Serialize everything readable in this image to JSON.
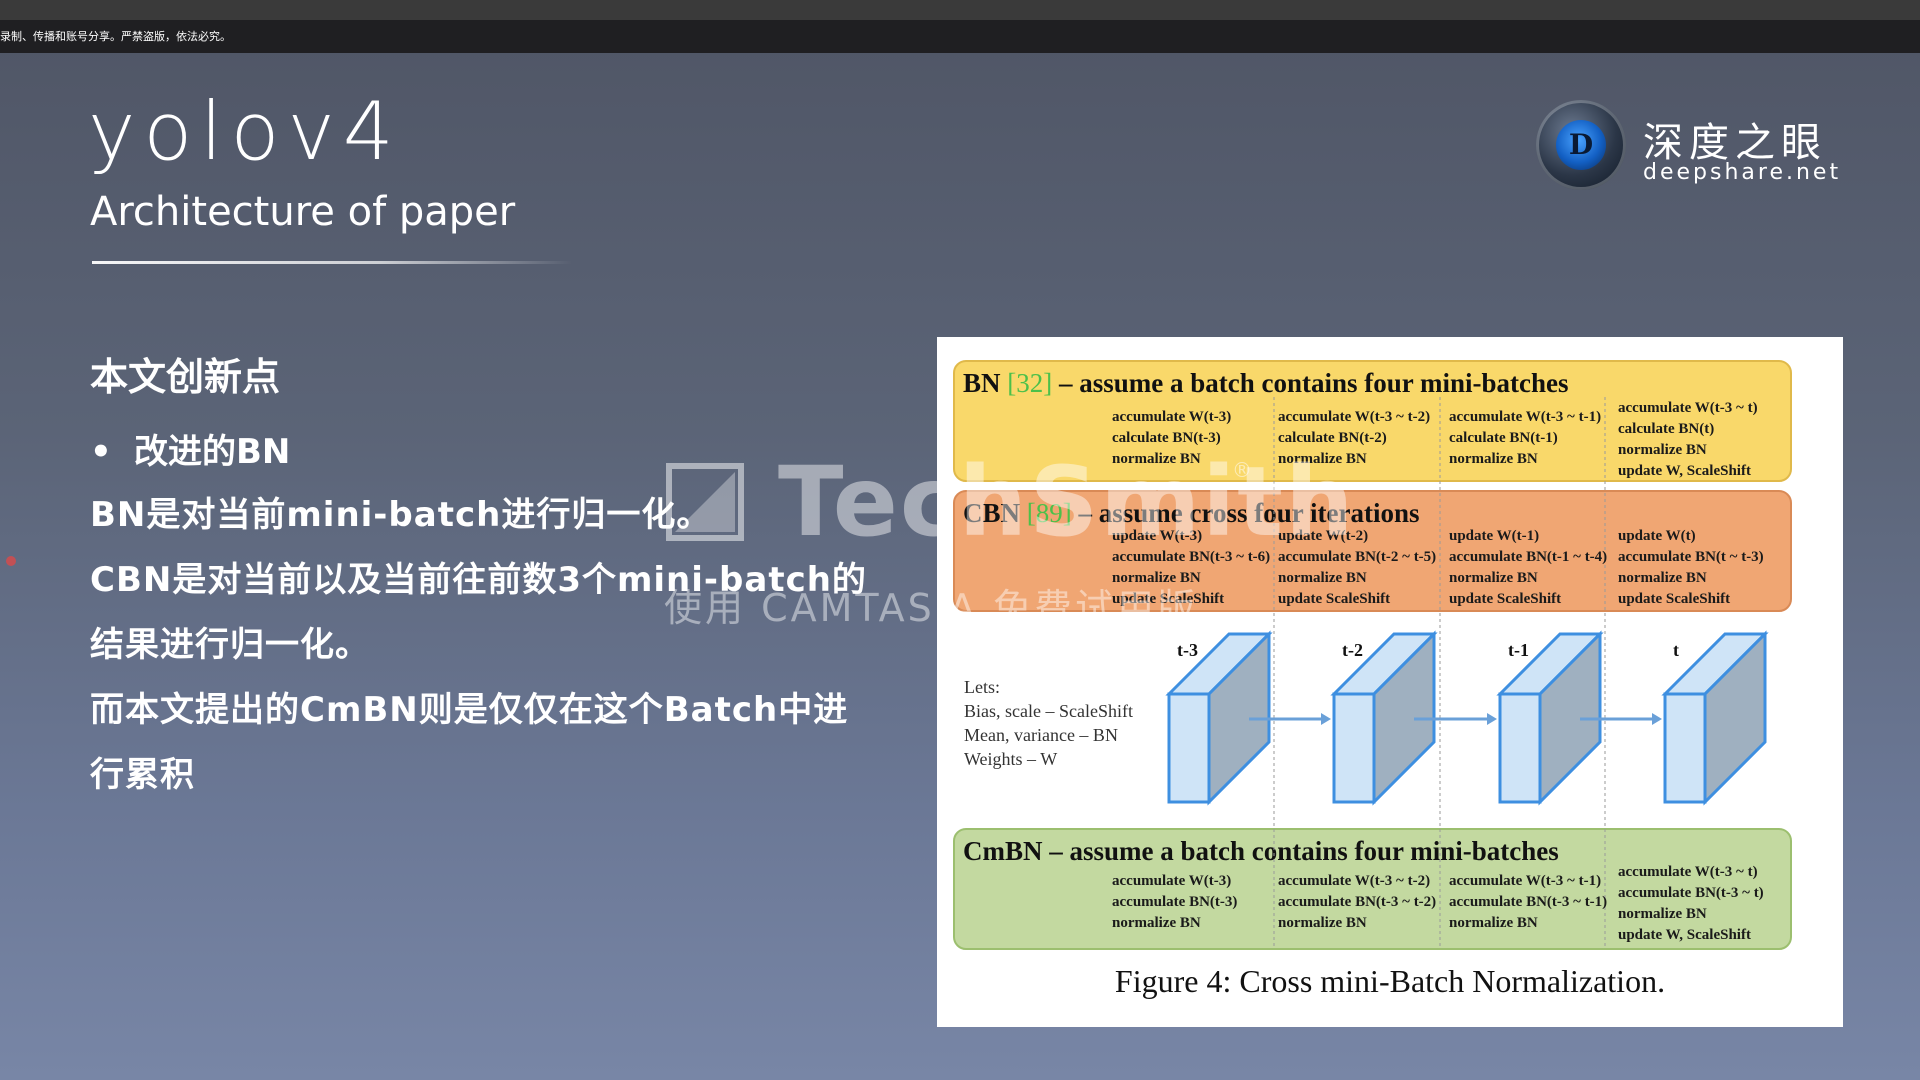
{
  "notice": "录制、传播和账号分享。严禁盗版，依法必究。",
  "slide": {
    "title": "yolov4",
    "subtitle": "Architecture of paper",
    "brand_cn": "深度之眼",
    "brand_en": "deepshare.net",
    "logo_letter": "D",
    "section_title": "本文创新点",
    "bullet": "改进的BN",
    "bullet_marker": "•",
    "paragraph_lines": [
      "BN是对当前mini-batch进行归一化。",
      "CBN是对当前以及当前往前数3个mini-batch的",
      "结果进行归一化。",
      "而本文提出的CmBN则是仅仅在这个Batch中进",
      "行累积"
    ]
  },
  "figure": {
    "caption": "Figure 4: Cross mini-Batch Normalization.",
    "bn": {
      "label": "BN",
      "ref": "[32]",
      "rest": " – assume a batch contains four mini-batches",
      "cols": [
        [
          "accumulate W(t-3)",
          "calculate BN(t-3)",
          "normalize BN"
        ],
        [
          "accumulate W(t-3 ~ t-2)",
          "calculate BN(t-2)",
          "normalize BN"
        ],
        [
          "accumulate W(t-3 ~ t-1)",
          "calculate BN(t-1)",
          "normalize BN"
        ],
        [
          "accumulate W(t-3 ~ t)",
          "calculate BN(t)",
          "normalize BN",
          "update W, ScaleShift"
        ]
      ]
    },
    "cbn": {
      "label": "CBN",
      "ref": "[89]",
      "rest": " – assume cross four iterations",
      "cols": [
        [
          "update W(t-3)",
          "accumulate BN(t-3 ~ t-6)",
          "normalize BN",
          "update ScaleShift"
        ],
        [
          "update W(t-2)",
          "accumulate BN(t-2 ~ t-5)",
          "normalize BN",
          "update ScaleShift"
        ],
        [
          "update W(t-1)",
          "accumulate BN(t-1 ~ t-4)",
          "normalize BN",
          "update ScaleShift"
        ],
        [
          "update W(t)",
          "accumulate BN(t ~ t-3)",
          "normalize BN",
          "update ScaleShift"
        ]
      ]
    },
    "steps": [
      "t-3",
      "t-2",
      "t-1",
      "t"
    ],
    "legend": [
      "Lets:",
      "Bias, scale – ScaleShift",
      "Mean, variance – BN",
      "Weights – W"
    ],
    "cmbn": {
      "title": "CmBN – assume a batch contains four mini-batches",
      "cols": [
        [
          "accumulate W(t-3)",
          "accumulate BN(t-3)",
          "normalize BN"
        ],
        [
          "accumulate W(t-3 ~ t-2)",
          "accumulate BN(t-3 ~ t-2)",
          "normalize BN"
        ],
        [
          "accumulate W(t-3 ~ t-1)",
          "accumulate BN(t-3 ~ t-1)",
          "normalize BN"
        ],
        [
          "accumulate W(t-3 ~ t)",
          "accumulate BN(t-3 ~ t)",
          "normalize BN",
          "update W, ScaleShift"
        ]
      ]
    },
    "colors": {
      "bn_box": "#f9d86a",
      "cbn_box": "#f0a673",
      "cmbn_box": "#c3d9a0",
      "cube_front": "#cfe4f7",
      "cube_side": "#9fb0c0",
      "cube_stroke": "#3e8fe0",
      "ref_green": "#4cc04a"
    }
  },
  "watermark": {
    "brand": "TechSmith",
    "reg": "®",
    "line2": "使用 CAMTASIA 免费试用版"
  }
}
